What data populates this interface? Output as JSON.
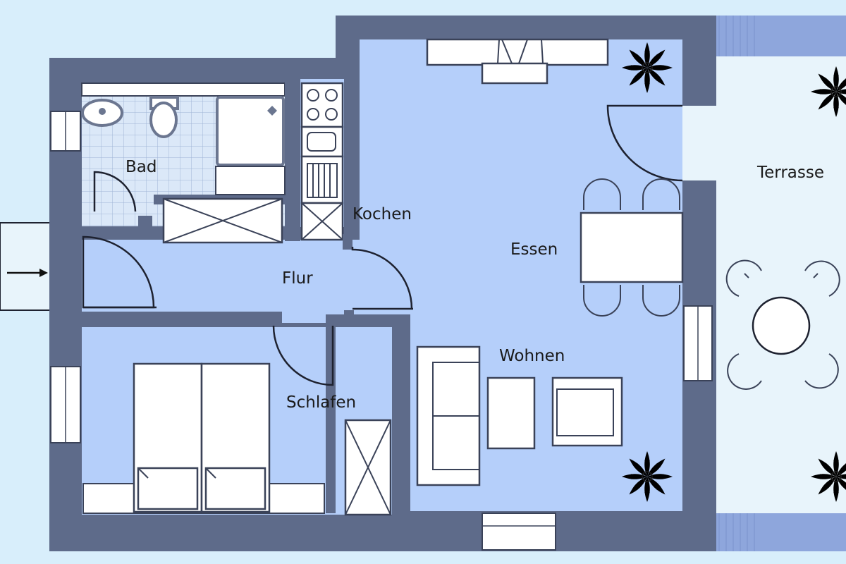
{
  "plan": {
    "rooms": {
      "bad": "Bad",
      "kochen": "Kochen",
      "essen": "Essen",
      "flur": "Flur",
      "wohnen": "Wohnen",
      "schlafen": "Schlafen",
      "terrasse": "Terrasse"
    }
  },
  "colors": {
    "background": "#d8eefb",
    "room_fill": "#b5cffa",
    "wall": "#5e6b8a",
    "tile": "#dbe8f8",
    "furniture": "#ffffff",
    "terrace": "#e8f4fb"
  },
  "icons": [
    "entrance-arrow-icon",
    "plant-icon",
    "wc-icon",
    "washbasin-icon",
    "stove-icon",
    "sink-icon"
  ]
}
